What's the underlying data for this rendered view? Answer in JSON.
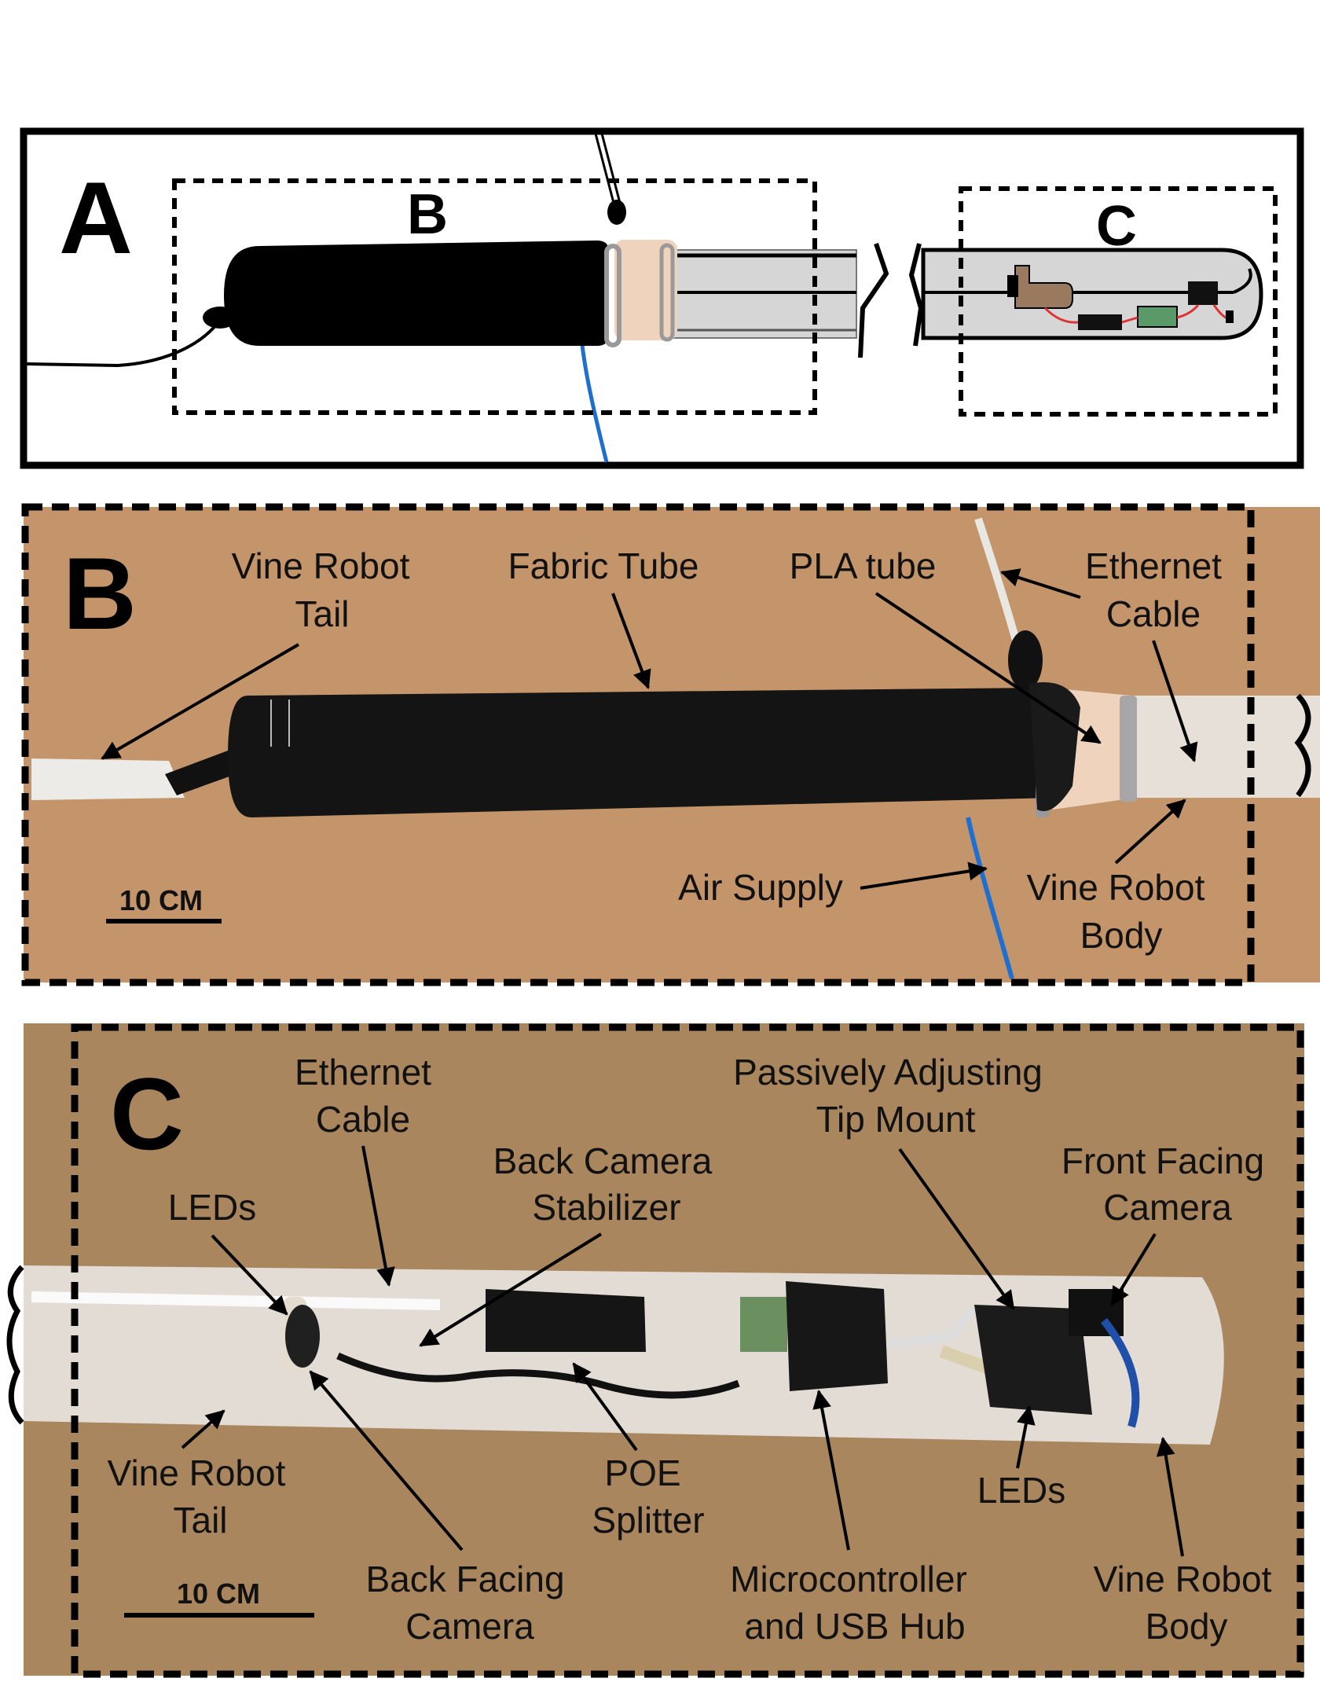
{
  "panel_a": {
    "letter": "A",
    "box_b_label": "B",
    "box_c_label": "C"
  },
  "panel_b": {
    "letter": "B",
    "labels": {
      "tail_1": "Vine Robot",
      "tail_2": "Tail",
      "fabric": "Fabric Tube",
      "pla": "PLA tube",
      "eth_1": "Ethernet",
      "eth_2": "Cable",
      "air": "Air Supply",
      "body_1": "Vine Robot",
      "body_2": "Body"
    },
    "scale_bar": "10 CM"
  },
  "panel_c": {
    "letter": "C",
    "labels": {
      "eth_1": "Ethernet",
      "eth_2": "Cable",
      "passive_1": "Passively Adjusting",
      "passive_2": "Tip Mount",
      "back_stab_1": "Back Camera",
      "back_stab_2": "Stabilizer",
      "front_1": "Front Facing",
      "front_2": "Camera",
      "leds_top": "LEDs",
      "tail_1": "Vine Robot",
      "tail_2": "Tail",
      "poe_1": "POE",
      "poe_2": "Splitter",
      "leds_bottom": "LEDs",
      "body_1": "Vine Robot",
      "body_2": "Body",
      "back_cam_1": "Back Facing",
      "back_cam_2": "Camera",
      "micro_1": "Microcontroller",
      "micro_2": "and USB Hub"
    },
    "scale_bar": "10 CM"
  },
  "colors": {
    "cardboard_b": "#c4956a",
    "cardboard_c": "#a9865e",
    "fabric_tube": "#141414",
    "pla": "#efd3bd",
    "vine_body": "#d6d6d6",
    "air_line": "#1f6fd0",
    "led_board": "#6b9d6e"
  }
}
